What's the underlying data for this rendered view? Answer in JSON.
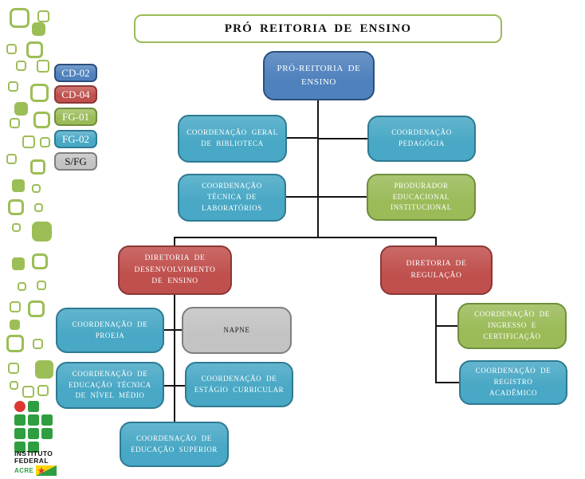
{
  "title": "PRÓ REITORIA DE ENSINO",
  "legend": {
    "items": [
      {
        "label": "CD-02",
        "color": "#4F81BD"
      },
      {
        "label": "CD-04",
        "color": "#C0504D"
      },
      {
        "label": "FG-01",
        "color": "#9BBB59"
      },
      {
        "label": "FG-02",
        "color": "#48A8C5"
      },
      {
        "label": "S/FG",
        "color": "#C3C3C3"
      }
    ]
  },
  "org": {
    "nodes": [
      {
        "label": "PRÓ-REITORIA DE ENSINO",
        "grade": "CD-02",
        "reports_to": null
      },
      {
        "label": "COORDENAÇÃO GERAL DE BIBLIOTECA",
        "grade": "FG-02",
        "reports_to": "PRÓ-REITORIA DE ENSINO"
      },
      {
        "label": "COORDENAÇÃO PEDAGÓGIA",
        "grade": "FG-02",
        "reports_to": "PRÓ-REITORIA DE ENSINO"
      },
      {
        "label": "COORDENAÇÃO TÉCNICA DE LABORATÓRIOS",
        "grade": "FG-02",
        "reports_to": "PRÓ-REITORIA DE ENSINO"
      },
      {
        "label": "PRODURADOR EDUCACIONAL INSTITUCIONAL",
        "grade": "FG-01",
        "reports_to": "PRÓ-REITORIA DE ENSINO"
      },
      {
        "label": "DIRETORIA DE DESENVOLVIMENTO DE ENSINO",
        "grade": "CD-04",
        "reports_to": "PRÓ-REITORIA DE ENSINO"
      },
      {
        "label": "DIRETORIA DE REGULAÇÃO",
        "grade": "CD-04",
        "reports_to": "PRÓ-REITORIA DE ENSINO"
      },
      {
        "label": "COORDENAÇÃO DE PROEJA",
        "grade": "FG-02",
        "reports_to": "DIRETORIA DE DESENVOLVIMENTO DE ENSINO"
      },
      {
        "label": "NAPNE",
        "grade": "S/FG",
        "reports_to": "DIRETORIA DE DESENVOLVIMENTO DE ENSINO"
      },
      {
        "label": "COORDENAÇÃO DE EDUCAÇÃO TÉCNICA DE NÍVEL MÉDIO",
        "grade": "FG-02",
        "reports_to": "DIRETORIA DE DESENVOLVIMENTO DE ENSINO"
      },
      {
        "label": "COORDENAÇÃO DE ESTÁGIO CURRICULAR",
        "grade": "FG-02",
        "reports_to": "DIRETORIA DE DESENVOLVIMENTO DE ENSINO"
      },
      {
        "label": "COORDENAÇÃO DE EDUCAÇÃO SUPERIOR",
        "grade": "FG-02",
        "reports_to": "DIRETORIA DE DESENVOLVIMENTO DE ENSINO"
      },
      {
        "label": "COORDENAÇÃO DE INGRESSO E CERTIFICAÇÃO",
        "grade": "FG-01",
        "reports_to": "DIRETORIA DE REGULAÇÃO"
      },
      {
        "label": "COORDENAÇÃO DE REGISTRO ACADÊMICO",
        "grade": "FG-02",
        "reports_to": "DIRETORIA DE REGULAÇÃO"
      }
    ]
  },
  "logo": {
    "line1": "INSTITUTO",
    "line2": "FEDERAL",
    "region": "ACRE"
  },
  "colors": {
    "banner_border": "#9BBB59",
    "connector": "#141414",
    "logo_green": "#2F9E41",
    "logo_red": "#DB3832"
  }
}
